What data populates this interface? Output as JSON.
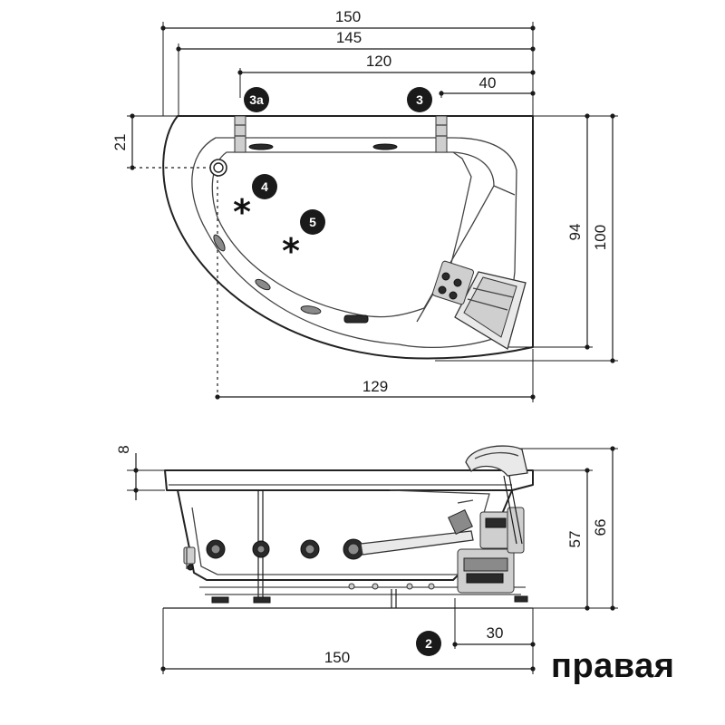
{
  "top_view": {
    "dimensions": {
      "width_overall": "150",
      "width_145": "145",
      "width_120": "120",
      "width_40": "40",
      "offset_21": "21",
      "depth_94": "94",
      "depth_100": "100",
      "inner_129": "129"
    },
    "markers": [
      {
        "label": "3a"
      },
      {
        "label": "3"
      },
      {
        "label": "4"
      },
      {
        "label": "5"
      }
    ]
  },
  "side_view": {
    "dimensions": {
      "rim_8": "8",
      "height_57": "57",
      "height_66": "66",
      "offset_30": "30",
      "length_150": "150"
    },
    "markers": [
      {
        "label": "2"
      }
    ]
  },
  "caption": "правая",
  "colors": {
    "ink": "#1a1a1a",
    "marker_fill": "#1a1a1a",
    "shade": "#e9e9e9"
  }
}
